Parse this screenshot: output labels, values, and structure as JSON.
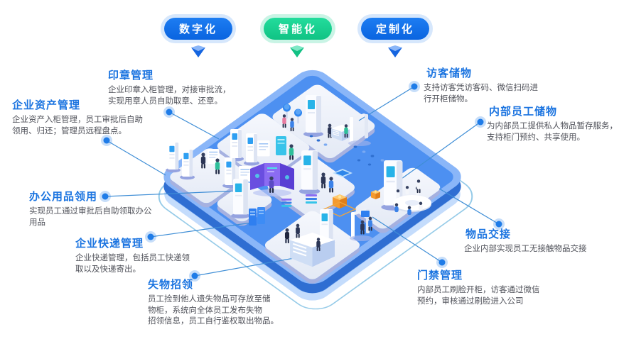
{
  "badges": [
    {
      "label": "数字化",
      "color": "#0b6ce8",
      "halo": "#d6e7fc"
    },
    {
      "label": "智能化",
      "color": "#15cf8f",
      "halo": "#c9f4e5"
    },
    {
      "label": "定制化",
      "color": "#0b6ce8",
      "halo": "#d6e7fc"
    }
  ],
  "features": {
    "seal": {
      "title": "印章管理",
      "lines": [
        "企业印章入柜管理，对接审批流，",
        "实现用章人员自助取章、还章。"
      ]
    },
    "asset": {
      "title": "企业资产管理",
      "lines": [
        "企业资产入柜管理，员工审批后自助",
        "领用、归还；管理员远程盘点。"
      ]
    },
    "office": {
      "title": "办公用品领用",
      "lines": [
        "实现员工通过审批后自助领取办公",
        "用品"
      ]
    },
    "express": {
      "title": "企业快递管理",
      "lines": [
        "企业快递管理，包括员工快递领",
        "取以及快递寄出。"
      ]
    },
    "lost": {
      "title": "失物招领",
      "lines": [
        "员工捡到他人遗失物品可存放至储",
        "物柜，系统向全体员工发布失物",
        "招领信息，员工自行鉴权取出物品。"
      ]
    },
    "visitor": {
      "title": "访客储物",
      "lines": [
        "支持访客凭访客码、微信扫码进",
        "行开柜储物。"
      ]
    },
    "internal": {
      "title": "内部员工储物",
      "lines": [
        "为内部员工提供私人物品暂存服务，",
        "支持柜门预约、共享使用。"
      ]
    },
    "handover": {
      "title": "物品交接",
      "lines": [
        "企业内部实现员工无接触物品交接"
      ]
    },
    "access": {
      "title": "门禁管理",
      "lines": [
        "内部员工刷脸开柜，访客通过微信",
        "预约，审核通过刷脸进入公司"
      ]
    }
  },
  "colors": {
    "accent_blue": "#0b6ce8",
    "accent_green": "#15cf8f",
    "heading_text": "#1b74e0",
    "body_text": "#50525a",
    "leader_line": "#3f8ed6",
    "platform_top": "#4d90f1",
    "platform_rim": "#8ab6f8",
    "platform_side": "#2f6ed2",
    "tile_top": "#eef1f8"
  }
}
